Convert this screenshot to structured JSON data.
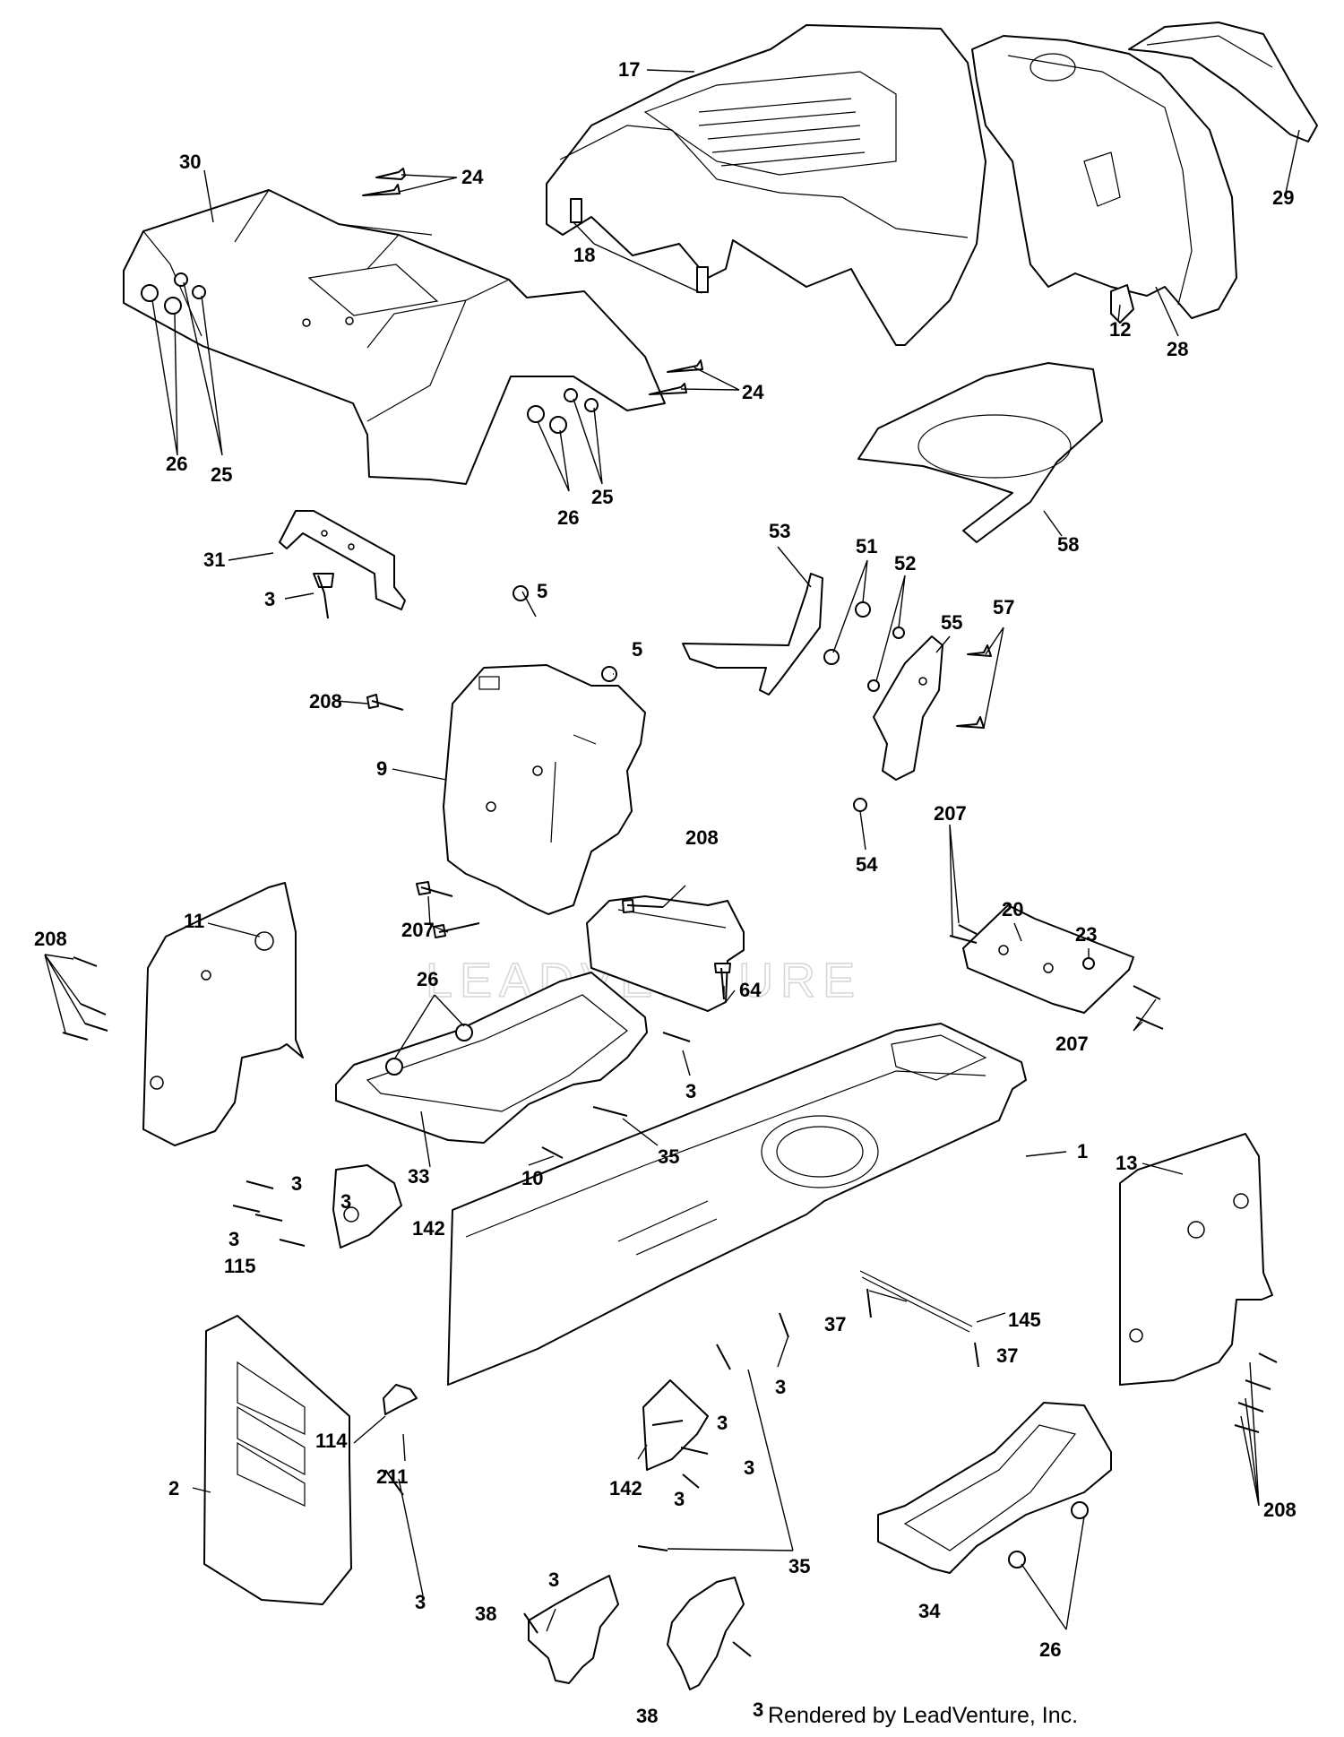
{
  "watermark": "LEADVENTURE",
  "footer": "Rendered by LeadVenture, Inc.",
  "callouts": [
    "17",
    "30",
    "24",
    "29",
    "18",
    "12",
    "28",
    "24",
    "26",
    "25",
    "26",
    "25",
    "58",
    "31",
    "3",
    "53",
    "51",
    "52",
    "55",
    "57",
    "5",
    "5",
    "208",
    "9",
    "54",
    "207",
    "208",
    "20",
    "23",
    "207",
    "11",
    "208",
    "64",
    "26",
    "207",
    "3",
    "35",
    "33",
    "10",
    "1",
    "13",
    "3",
    "3",
    "3",
    "142",
    "115",
    "145",
    "37",
    "37",
    "3",
    "114",
    "211",
    "3",
    "3",
    "3",
    "2",
    "142",
    "35",
    "208",
    "3",
    "3",
    "38",
    "34",
    "26",
    "38",
    "3"
  ]
}
